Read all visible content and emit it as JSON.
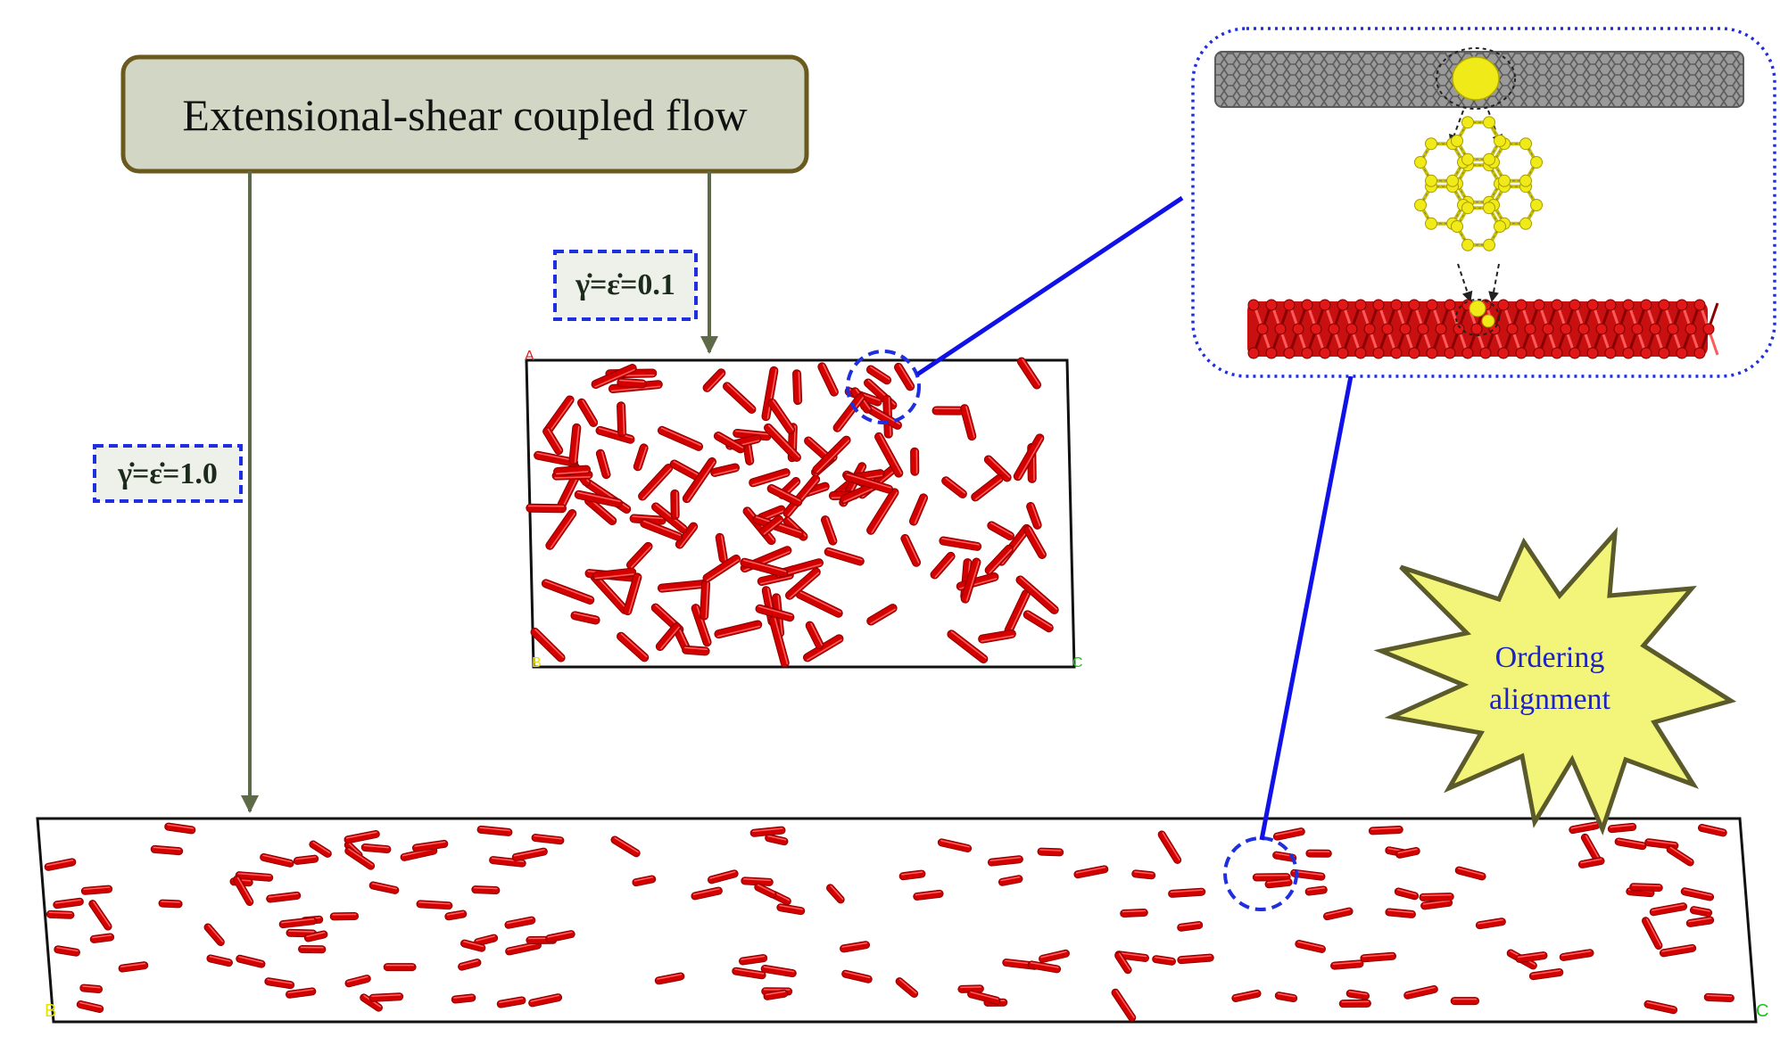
{
  "title_box": {
    "text": "Extensional-shear coupled flow"
  },
  "rate_low": {
    "label": "γ̇=ε̇=0.1"
  },
  "rate_high": {
    "label": "γ̇=ε̇=1.0"
  },
  "box_small": {
    "corner_a": "A",
    "corner_b": "B",
    "corner_c": "C"
  },
  "box_large": {
    "corner_b": "B",
    "corner_c": "C"
  },
  "burst": {
    "line1": "Ordering",
    "line2": "alignment"
  },
  "colors": {
    "rod": "#d40000",
    "rod_dark": "#8a0000",
    "arrow": "#5f6a4a",
    "title_fill": "#d2d6c4",
    "title_border": "#6b5a1e",
    "label_fill": "#eef1ea",
    "dashed_blue": "#1f2fe0",
    "connector_blue": "#1010e8",
    "burst_fill": "#f3f47a",
    "burst_stroke": "#5a5a2a",
    "burst_text": "#1a22c8",
    "nanotube_gray": "#6b6b6b",
    "yellow_atoms": "#f0ea18"
  }
}
